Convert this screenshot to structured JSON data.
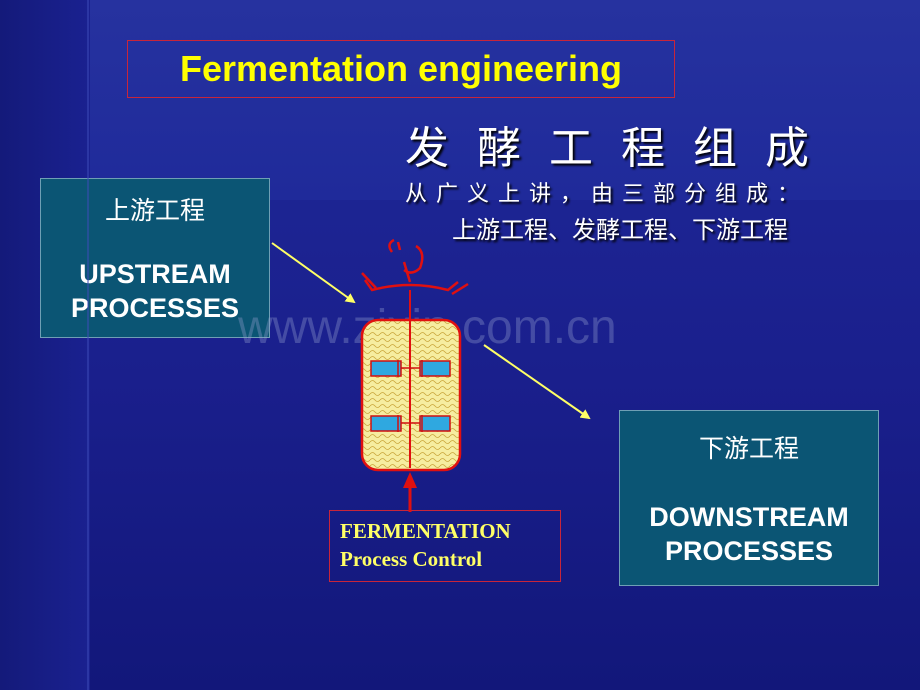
{
  "title": "Fermentation engineering",
  "heading_cn": "发酵工程组成",
  "subtitle_cn": "从广义上讲，由三部分组成：",
  "parts_cn": "上游工程、发酵工程、下游工程",
  "upstream": {
    "label_cn": "上游工程",
    "label_en": "UPSTREAM\nPROCESSES"
  },
  "downstream": {
    "label_cn": "下游工程",
    "label_en": "DOWNSTREAM\nPROCESSES"
  },
  "fermentation": {
    "line1": "FERMENTATION",
    "line2": "Process Control"
  },
  "watermark": "www.zixin.com.cn",
  "colors": {
    "title_text": "#ffff00",
    "box_fill": "#0b5574",
    "border_red": "#c8253a",
    "arrow_yellow": "#ffff66"
  }
}
